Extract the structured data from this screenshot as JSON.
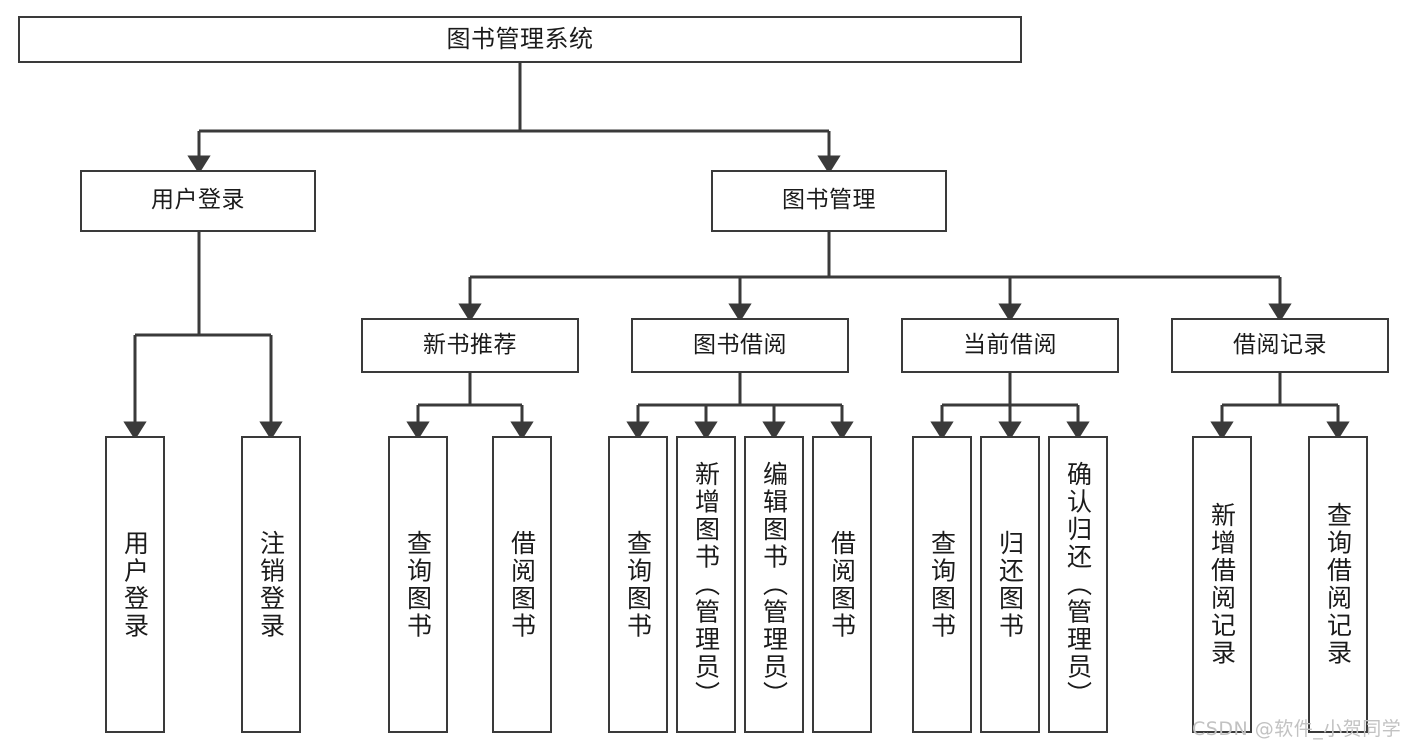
{
  "diagram": {
    "title": "图书管理系统",
    "watermark": "CSDN @软件_小贺同学",
    "colors": {
      "background": "#ffffff",
      "box_border": "#3a3a3a",
      "connector": "#3a3a3a",
      "text": "#1b1b1b",
      "watermark": "#c2c2c2"
    },
    "root": {
      "label": "图书管理系统"
    },
    "level2": [
      {
        "label": "用户登录"
      },
      {
        "label": "图书管理"
      }
    ],
    "level3": [
      {
        "label": "新书推荐"
      },
      {
        "label": "图书借阅"
      },
      {
        "label": "当前借阅"
      },
      {
        "label": "借阅记录"
      }
    ],
    "leaves": {
      "user_login": [
        {
          "label": "用户登录"
        },
        {
          "label": "注销登录"
        }
      ],
      "new_book_recommend": [
        {
          "label": "查询图书"
        },
        {
          "label": "借阅图书"
        }
      ],
      "book_borrow": [
        {
          "label": "查询图书"
        },
        {
          "label": "新增图书（管理员）"
        },
        {
          "label": "编辑图书（管理员）"
        },
        {
          "label": "借阅图书"
        }
      ],
      "current_borrow": [
        {
          "label": "查询图书"
        },
        {
          "label": "归还图书"
        },
        {
          "label": "确认归还（管理员）"
        }
      ],
      "borrow_record": [
        {
          "label": "新增借阅记录"
        },
        {
          "label": "查询借阅记录"
        }
      ]
    }
  }
}
